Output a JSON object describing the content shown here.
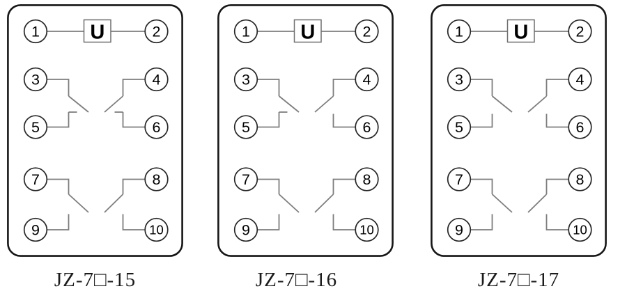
{
  "diagrams": [
    {
      "label": "JZ-7□-15",
      "coil_label": "U",
      "terminals": [
        "1",
        "2",
        "3",
        "4",
        "5",
        "6",
        "7",
        "8",
        "9",
        "10"
      ],
      "contact_groups": [
        {
          "left_tick": true,
          "right_tick": true
        },
        {
          "left_tick": false,
          "right_tick": false
        }
      ]
    },
    {
      "label": "JZ-7□-16",
      "coil_label": "U",
      "terminals": [
        "1",
        "2",
        "3",
        "4",
        "5",
        "6",
        "7",
        "8",
        "9",
        "10"
      ],
      "contact_groups": [
        {
          "left_tick": true,
          "right_tick": false
        },
        {
          "left_tick": false,
          "right_tick": false
        }
      ]
    },
    {
      "label": "JZ-7□-17",
      "coil_label": "U",
      "terminals": [
        "1",
        "2",
        "3",
        "4",
        "5",
        "6",
        "7",
        "8",
        "9",
        "10"
      ],
      "contact_groups": [
        {
          "left_tick": false,
          "right_tick": false
        },
        {
          "left_tick": false,
          "right_tick": false
        }
      ]
    }
  ],
  "colors": {
    "outline": "#161616",
    "circle_stroke": "#262626",
    "wire": "#7d7d7d",
    "coil_box_stroke": "#6e6e6e",
    "digit": "#000000",
    "label_text": "#1b1b1b"
  }
}
